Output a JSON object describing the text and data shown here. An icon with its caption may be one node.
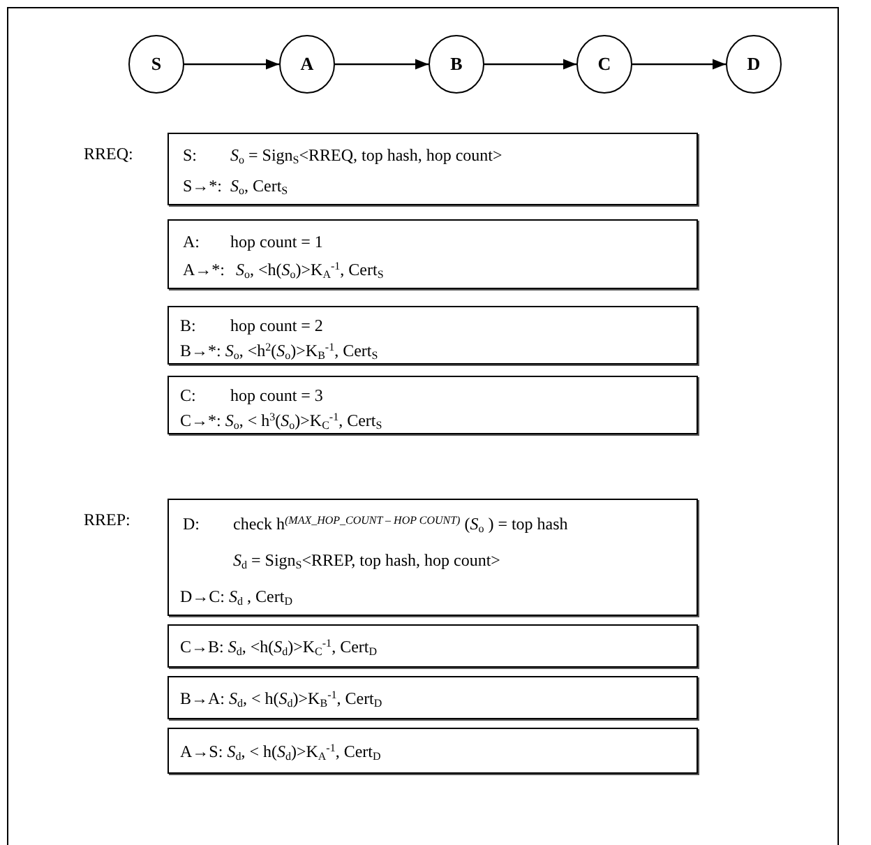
{
  "diagram": {
    "nodes": [
      {
        "text": [
          "S"
        ]
      },
      {
        "text": [
          "A"
        ]
      },
      {
        "text": [
          "B"
        ]
      },
      {
        "text": [
          "C"
        ]
      },
      {
        "text": [
          "D"
        ]
      },
      {
        "text": [
          "S:",
          "*S*$_{o}$ = Sign$_{S}$<RREQ, top hash, hop count>",
          "S→*:",
          "*S*$_{o}$, Cert$_{S}$"
        ]
      },
      {
        "text": [
          "A:",
          "hop count = 1",
          "A→*:",
          "*S*$_{o}$, <h(*S*$_{o}$)>K$_{A}$$^{-1}$, Cert$_{S}$"
        ]
      },
      {
        "text": [
          "B:",
          "hop count = 2",
          "B→*: *S*$_{o}$, <h$^{2}$(*S*$_{o}$)>K$_{B}$$^{-1}$, Cert$_{S}$"
        ]
      },
      {
        "text": [
          "C:",
          "hop count = 3",
          "C→*: *S*$_{o}$, < h$^{3}$(*S*$_{o}$)>K$_{C}$$^{-1}$, Cert$_{S}$"
        ]
      },
      {
        "text": [
          "D:",
          "check h$^{(MAX_HOP_COUNT – HOP COUNT)}$ (*S*$_{o}$ ) = top hash",
          "*S*$_{d}$ = Sign$_{S}$<RREP, top hash, hop count>",
          "D→C: *S*$_{d}$ , Cert$_{D}$"
        ]
      },
      {
        "text": [
          "C→B: *S*$_{d}$, <h(*S*$_{d}$)>K$_{C}$$^{-1}$, Cert$_{D}$"
        ]
      },
      {
        "text": [
          "B→A: *S*$_{d}$, < h(*S*$_{d}$)>K$_{B}$$^{-1}$, Cert$_{D}$"
        ]
      },
      {
        "text": [
          "A→S: *S*$_{d}$, < h(*S*$_{d}$)>K$_{A}$$^{-1}$, Cert$_{D}$"
        ]
      }
    ],
    "edges": [
      {
        "from": 0,
        "to": 1,
        "arrow": "to"
      },
      {
        "from": 1,
        "to": 2,
        "arrow": "to"
      },
      {
        "from": 2,
        "to": 3,
        "arrow": "to"
      },
      {
        "from": 3,
        "to": 4,
        "arrow": "to"
      }
    ],
    "labels": [
      "RREQ:",
      "RREP:"
    ]
  }
}
